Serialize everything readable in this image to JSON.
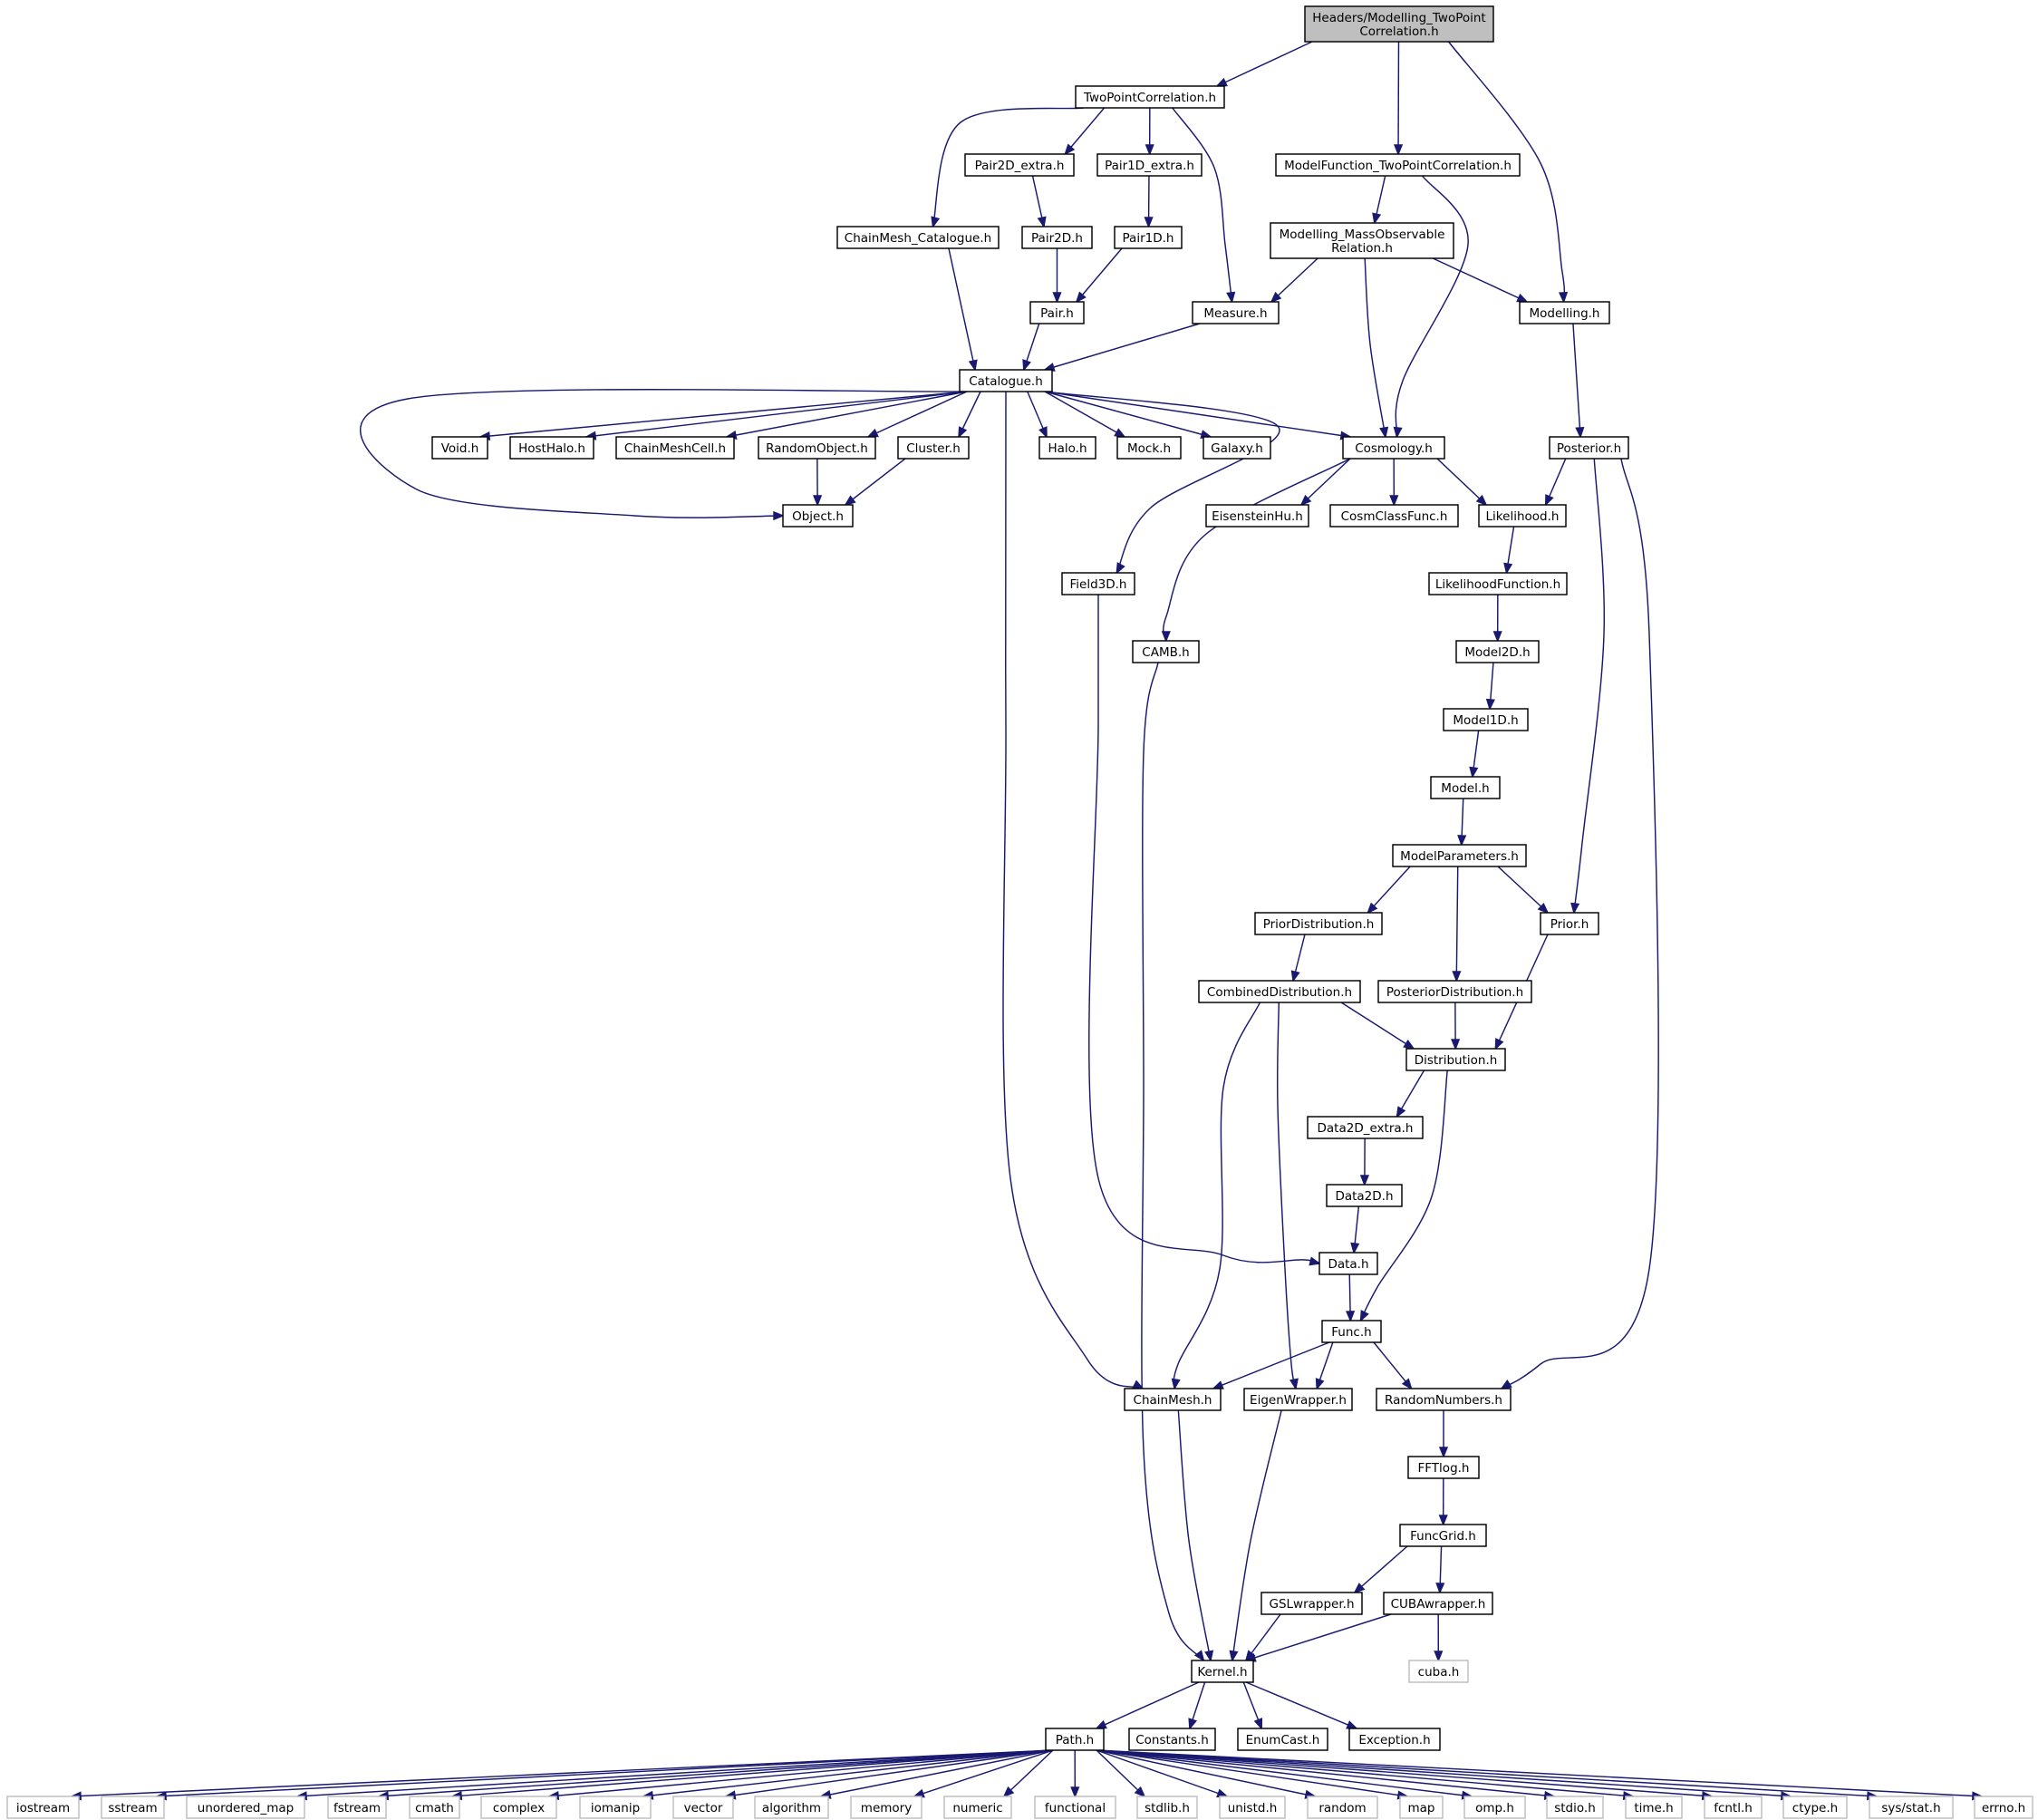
{
  "graph": {
    "colors": {
      "edge": "#191970",
      "root_fill": "#bfbfbf",
      "box_border": "#000000",
      "external_border": "#bfbfbf",
      "background": "#ffffff"
    },
    "nodes": [
      {
        "id": "root",
        "lines": [
          "Headers/Modelling_TwoPoint",
          "Correlation.h"
        ],
        "kind": "root"
      },
      {
        "id": "tpc",
        "lines": [
          "TwoPointCorrelation.h"
        ]
      },
      {
        "id": "mftpc",
        "lines": [
          "ModelFunction_TwoPointCorrelation.h"
        ]
      },
      {
        "id": "p2dx",
        "lines": [
          "Pair2D_extra.h"
        ]
      },
      {
        "id": "p1dx",
        "lines": [
          "Pair1D_extra.h"
        ]
      },
      {
        "id": "cmcat",
        "lines": [
          "ChainMesh_Catalogue.h"
        ]
      },
      {
        "id": "p2d",
        "lines": [
          "Pair2D.h"
        ]
      },
      {
        "id": "p1d",
        "lines": [
          "Pair1D.h"
        ]
      },
      {
        "id": "mmor",
        "lines": [
          "Modelling_MassObservable",
          "Relation.h"
        ]
      },
      {
        "id": "pair",
        "lines": [
          "Pair.h"
        ]
      },
      {
        "id": "measure",
        "lines": [
          "Measure.h"
        ]
      },
      {
        "id": "modelling",
        "lines": [
          "Modelling.h"
        ]
      },
      {
        "id": "catalogue",
        "lines": [
          "Catalogue.h"
        ]
      },
      {
        "id": "void",
        "lines": [
          "Void.h"
        ]
      },
      {
        "id": "hosthalo",
        "lines": [
          "HostHalo.h"
        ]
      },
      {
        "id": "cmcell",
        "lines": [
          "ChainMeshCell.h"
        ]
      },
      {
        "id": "randobj",
        "lines": [
          "RandomObject.h"
        ]
      },
      {
        "id": "cluster",
        "lines": [
          "Cluster.h"
        ]
      },
      {
        "id": "halo",
        "lines": [
          "Halo.h"
        ]
      },
      {
        "id": "mock",
        "lines": [
          "Mock.h"
        ]
      },
      {
        "id": "galaxy",
        "lines": [
          "Galaxy.h"
        ]
      },
      {
        "id": "cosmology",
        "lines": [
          "Cosmology.h"
        ]
      },
      {
        "id": "posterior",
        "lines": [
          "Posterior.h"
        ]
      },
      {
        "id": "object",
        "lines": [
          "Object.h"
        ]
      },
      {
        "id": "eisenstein",
        "lines": [
          "EisensteinHu.h"
        ]
      },
      {
        "id": "cosmclass",
        "lines": [
          "CosmClassFunc.h"
        ]
      },
      {
        "id": "likelihood",
        "lines": [
          "Likelihood.h"
        ]
      },
      {
        "id": "field3d",
        "lines": [
          "Field3D.h"
        ]
      },
      {
        "id": "likefunc",
        "lines": [
          "LikelihoodFunction.h"
        ]
      },
      {
        "id": "camb",
        "lines": [
          "CAMB.h"
        ]
      },
      {
        "id": "model2d",
        "lines": [
          "Model2D.h"
        ]
      },
      {
        "id": "model1d",
        "lines": [
          "Model1D.h"
        ]
      },
      {
        "id": "model",
        "lines": [
          "Model.h"
        ]
      },
      {
        "id": "modelparams",
        "lines": [
          "ModelParameters.h"
        ]
      },
      {
        "id": "priordist",
        "lines": [
          "PriorDistribution.h"
        ]
      },
      {
        "id": "prior",
        "lines": [
          "Prior.h"
        ]
      },
      {
        "id": "combdist",
        "lines": [
          "CombinedDistribution.h"
        ]
      },
      {
        "id": "postdist",
        "lines": [
          "PosteriorDistribution.h"
        ]
      },
      {
        "id": "distribution",
        "lines": [
          "Distribution.h"
        ]
      },
      {
        "id": "data2dx",
        "lines": [
          "Data2D_extra.h"
        ]
      },
      {
        "id": "data2d",
        "lines": [
          "Data2D.h"
        ]
      },
      {
        "id": "data",
        "lines": [
          "Data.h"
        ]
      },
      {
        "id": "func",
        "lines": [
          "Func.h"
        ]
      },
      {
        "id": "chainmesh",
        "lines": [
          "ChainMesh.h"
        ]
      },
      {
        "id": "eigen",
        "lines": [
          "EigenWrapper.h"
        ]
      },
      {
        "id": "randnum",
        "lines": [
          "RandomNumbers.h"
        ]
      },
      {
        "id": "fftlog",
        "lines": [
          "FFTlog.h"
        ]
      },
      {
        "id": "funcgrid",
        "lines": [
          "FuncGrid.h"
        ]
      },
      {
        "id": "gsl",
        "lines": [
          "GSLwrapper.h"
        ]
      },
      {
        "id": "cuba_w",
        "lines": [
          "CUBAwrapper.h"
        ]
      },
      {
        "id": "cuba",
        "lines": [
          "cuba.h"
        ],
        "kind": "external"
      },
      {
        "id": "kernel",
        "lines": [
          "Kernel.h"
        ]
      },
      {
        "id": "path",
        "lines": [
          "Path.h"
        ]
      },
      {
        "id": "constants",
        "lines": [
          "Constants.h"
        ]
      },
      {
        "id": "enumcast",
        "lines": [
          "EnumCast.h"
        ]
      },
      {
        "id": "exception",
        "lines": [
          "Exception.h"
        ]
      },
      {
        "id": "s_iostream",
        "lines": [
          "iostream"
        ],
        "kind": "external"
      },
      {
        "id": "s_sstream",
        "lines": [
          "sstream"
        ],
        "kind": "external"
      },
      {
        "id": "s_unordered_map",
        "lines": [
          "unordered_map"
        ],
        "kind": "external"
      },
      {
        "id": "s_fstream",
        "lines": [
          "fstream"
        ],
        "kind": "external"
      },
      {
        "id": "s_cmath",
        "lines": [
          "cmath"
        ],
        "kind": "external"
      },
      {
        "id": "s_complex",
        "lines": [
          "complex"
        ],
        "kind": "external"
      },
      {
        "id": "s_iomanip",
        "lines": [
          "iomanip"
        ],
        "kind": "external"
      },
      {
        "id": "s_vector",
        "lines": [
          "vector"
        ],
        "kind": "external"
      },
      {
        "id": "s_algorithm",
        "lines": [
          "algorithm"
        ],
        "kind": "external"
      },
      {
        "id": "s_memory",
        "lines": [
          "memory"
        ],
        "kind": "external"
      },
      {
        "id": "s_numeric",
        "lines": [
          "numeric"
        ],
        "kind": "external"
      },
      {
        "id": "s_functional",
        "lines": [
          "functional"
        ],
        "kind": "external"
      },
      {
        "id": "s_stdlib",
        "lines": [
          "stdlib.h"
        ],
        "kind": "external"
      },
      {
        "id": "s_unistd",
        "lines": [
          "unistd.h"
        ],
        "kind": "external"
      },
      {
        "id": "s_random",
        "lines": [
          "random"
        ],
        "kind": "external"
      },
      {
        "id": "s_map",
        "lines": [
          "map"
        ],
        "kind": "external"
      },
      {
        "id": "s_omp",
        "lines": [
          "omp.h"
        ],
        "kind": "external"
      },
      {
        "id": "s_stdio",
        "lines": [
          "stdio.h"
        ],
        "kind": "external"
      },
      {
        "id": "s_time",
        "lines": [
          "time.h"
        ],
        "kind": "external"
      },
      {
        "id": "s_fcntl",
        "lines": [
          "fcntl.h"
        ],
        "kind": "external"
      },
      {
        "id": "s_ctype",
        "lines": [
          "ctype.h"
        ],
        "kind": "external"
      },
      {
        "id": "s_sysstat",
        "lines": [
          "sys/stat.h"
        ],
        "kind": "external"
      },
      {
        "id": "s_errno",
        "lines": [
          "errno.h"
        ],
        "kind": "external"
      }
    ],
    "edges": [
      [
        "root",
        "tpc"
      ],
      [
        "root",
        "mftpc"
      ],
      [
        "root",
        "modelling"
      ],
      [
        "tpc",
        "cmcat"
      ],
      [
        "tpc",
        "p2dx"
      ],
      [
        "tpc",
        "p1dx"
      ],
      [
        "tpc",
        "measure"
      ],
      [
        "p2dx",
        "p2d"
      ],
      [
        "p1dx",
        "p1d"
      ],
      [
        "p2d",
        "pair"
      ],
      [
        "p1d",
        "pair"
      ],
      [
        "pair",
        "catalogue"
      ],
      [
        "cmcat",
        "catalogue"
      ],
      [
        "measure",
        "catalogue"
      ],
      [
        "mftpc",
        "mmor"
      ],
      [
        "mftpc",
        "cosmology"
      ],
      [
        "mmor",
        "measure"
      ],
      [
        "mmor",
        "cosmology"
      ],
      [
        "mmor",
        "modelling"
      ],
      [
        "modelling",
        "posterior"
      ],
      [
        "catalogue",
        "void"
      ],
      [
        "catalogue",
        "hosthalo"
      ],
      [
        "catalogue",
        "cmcell"
      ],
      [
        "catalogue",
        "randobj"
      ],
      [
        "catalogue",
        "cluster"
      ],
      [
        "catalogue",
        "halo"
      ],
      [
        "catalogue",
        "mock"
      ],
      [
        "catalogue",
        "galaxy"
      ],
      [
        "catalogue",
        "cosmology"
      ],
      [
        "catalogue",
        "object"
      ],
      [
        "catalogue",
        "field3d"
      ],
      [
        "catalogue",
        "chainmesh"
      ],
      [
        "randobj",
        "object"
      ],
      [
        "cluster",
        "object"
      ],
      [
        "cosmology",
        "eisenstein"
      ],
      [
        "cosmology",
        "cosmclass"
      ],
      [
        "cosmology",
        "likelihood"
      ],
      [
        "cosmology",
        "camb"
      ],
      [
        "posterior",
        "likelihood"
      ],
      [
        "posterior",
        "prior"
      ],
      [
        "posterior",
        "randnum"
      ],
      [
        "likelihood",
        "likefunc"
      ],
      [
        "likefunc",
        "model2d"
      ],
      [
        "model2d",
        "model1d"
      ],
      [
        "model1d",
        "model"
      ],
      [
        "model",
        "modelparams"
      ],
      [
        "modelparams",
        "priordist"
      ],
      [
        "modelparams",
        "postdist"
      ],
      [
        "modelparams",
        "prior"
      ],
      [
        "priordist",
        "combdist"
      ],
      [
        "combdist",
        "distribution"
      ],
      [
        "combdist",
        "chainmesh"
      ],
      [
        "combdist",
        "eigen"
      ],
      [
        "postdist",
        "distribution"
      ],
      [
        "prior",
        "distribution"
      ],
      [
        "distribution",
        "data2dx"
      ],
      [
        "distribution",
        "func"
      ],
      [
        "data2dx",
        "data2d"
      ],
      [
        "data2d",
        "data"
      ],
      [
        "field3d",
        "data"
      ],
      [
        "data",
        "func"
      ],
      [
        "func",
        "chainmesh"
      ],
      [
        "func",
        "eigen"
      ],
      [
        "func",
        "randnum"
      ],
      [
        "camb",
        "kernel"
      ],
      [
        "chainmesh",
        "kernel"
      ],
      [
        "eigen",
        "kernel"
      ],
      [
        "randnum",
        "fftlog"
      ],
      [
        "fftlog",
        "funcgrid"
      ],
      [
        "funcgrid",
        "gsl"
      ],
      [
        "funcgrid",
        "cuba_w"
      ],
      [
        "gsl",
        "kernel"
      ],
      [
        "cuba_w",
        "kernel"
      ],
      [
        "cuba_w",
        "cuba"
      ],
      [
        "kernel",
        "path"
      ],
      [
        "kernel",
        "constants"
      ],
      [
        "kernel",
        "enumcast"
      ],
      [
        "kernel",
        "exception"
      ],
      [
        "path",
        "s_iostream"
      ],
      [
        "path",
        "s_sstream"
      ],
      [
        "path",
        "s_unordered_map"
      ],
      [
        "path",
        "s_fstream"
      ],
      [
        "path",
        "s_cmath"
      ],
      [
        "path",
        "s_complex"
      ],
      [
        "path",
        "s_iomanip"
      ],
      [
        "path",
        "s_vector"
      ],
      [
        "path",
        "s_algorithm"
      ],
      [
        "path",
        "s_memory"
      ],
      [
        "path",
        "s_numeric"
      ],
      [
        "path",
        "s_functional"
      ],
      [
        "path",
        "s_stdlib"
      ],
      [
        "path",
        "s_unistd"
      ],
      [
        "path",
        "s_random"
      ],
      [
        "path",
        "s_map"
      ],
      [
        "path",
        "s_omp"
      ],
      [
        "path",
        "s_stdio"
      ],
      [
        "path",
        "s_time"
      ],
      [
        "path",
        "s_fcntl"
      ],
      [
        "path",
        "s_ctype"
      ],
      [
        "path",
        "s_sysstat"
      ],
      [
        "path",
        "s_errno"
      ]
    ]
  }
}
